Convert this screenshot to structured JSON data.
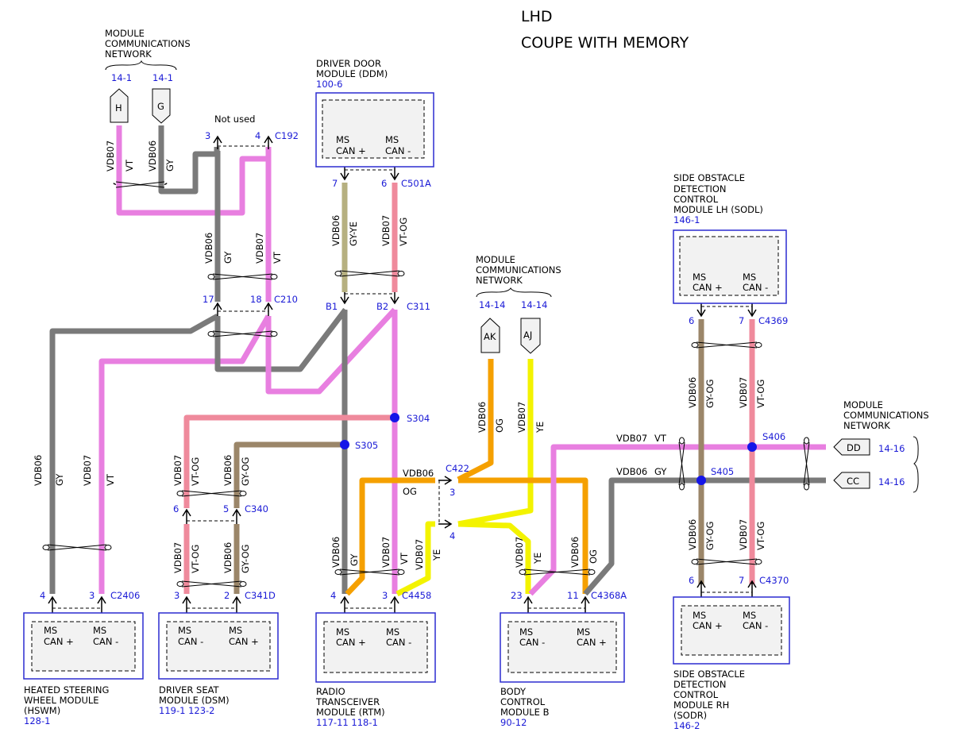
{
  "title": {
    "line1": "LHD",
    "line2": "COUPE WITH MEMORY"
  },
  "colors": {
    "VT": "#e87fe0",
    "GY": "#7a7a7a",
    "OG": "#f5a000",
    "YE": "#f3f300",
    "GY-YE": "#b6b080",
    "VT-OG": "#ef8a9c",
    "GY-OG": "#9b8669",
    "splice": "#1515e8",
    "box": "#2c2cd0"
  },
  "network_top": {
    "l1": "MODULE",
    "l2": "COMMUNICATIONS",
    "l3": "NETWORK",
    "ref1": "14-1",
    "ref2": "14-1",
    "conn_h": "H",
    "conn_g": "G"
  },
  "network_mid": {
    "l1": "MODULE",
    "l2": "COMMUNICATIONS",
    "l3": "NETWORK",
    "ref1": "14-14",
    "ref2": "14-14",
    "conn_ak": "AK",
    "conn_aj": "AJ"
  },
  "network_right": {
    "l1": "MODULE",
    "l2": "COMMUNICATIONS",
    "l3": "NETWORK",
    "conn_dd": "DD",
    "conn_cc": "CC",
    "ref_dd": "14-16",
    "ref_cc": "14-16"
  },
  "modules": {
    "ddm": {
      "l1": "DRIVER DOOR",
      "l2": "MODULE (DDM)",
      "ref": "100-6",
      "p1a": "MS",
      "p1b": "CAN +",
      "p2a": "MS",
      "p2b": "CAN -"
    },
    "sodl": {
      "l1": "SIDE OBSTACLE",
      "l2": "DETECTION",
      "l3": "CONTROL",
      "l4": "MODULE LH (SODL)",
      "ref": "146-1",
      "p1a": "MS",
      "p1b": "CAN +",
      "p2a": "MS",
      "p2b": "CAN -"
    },
    "hswm": {
      "l1": "HEATED STEERING",
      "l2": "WHEEL MODULE",
      "l3": "(HSWM)",
      "ref": "128-1",
      "p1a": "MS",
      "p1b": "CAN +",
      "p2a": "MS",
      "p2b": "CAN -"
    },
    "dsm": {
      "l1": "DRIVER SEAT",
      "l2": "MODULE (DSM)",
      "ref": "119-1  123-2",
      "p1a": "MS",
      "p1b": "CAN -",
      "p2a": "MS",
      "p2b": "CAN +"
    },
    "rtm": {
      "l1": "RADIO",
      "l2": "TRANSCEIVER",
      "l3": "MODULE (RTM)",
      "ref": "117-11 118-1",
      "p1a": "MS",
      "p1b": "CAN +",
      "p2a": "MS",
      "p2b": "CAN -"
    },
    "bcmb": {
      "l1": "BODY",
      "l2": "CONTROL",
      "l3": "MODULE B",
      "ref": "90-12",
      "p1a": "MS",
      "p1b": "CAN -",
      "p2a": "MS",
      "p2b": "CAN +"
    },
    "sodr": {
      "l1": "SIDE OBSTACLE",
      "l2": "DETECTION",
      "l3": "CONTROL",
      "l4": "MODULE RH",
      "l5": "(SODR)",
      "ref": "146-2",
      "p1a": "MS",
      "p1b": "CAN +",
      "p2a": "MS",
      "p2b": "CAN -"
    }
  },
  "connectors": {
    "c192": {
      "name": "C192",
      "pin_a": "3",
      "pin_b": "4",
      "note": "Not used"
    },
    "c210": {
      "name": "C210",
      "pin_a": "17",
      "pin_b": "18"
    },
    "c501a": {
      "name": "C501A",
      "pin_a": "7",
      "pin_b": "6"
    },
    "c311": {
      "name": "C311",
      "pin_a": "B1",
      "pin_b": "B2"
    },
    "c4369": {
      "name": "C4369",
      "pin_a": "6",
      "pin_b": "7"
    },
    "c422": {
      "name": "C422",
      "pin_a": "3",
      "pin_b": "4"
    },
    "c340": {
      "name": "C340",
      "pin_a": "6",
      "pin_b": "5"
    },
    "c2406": {
      "name": "C2406",
      "pin_a": "4",
      "pin_b": "3"
    },
    "c341d": {
      "name": "C341D",
      "pin_a": "3",
      "pin_b": "2"
    },
    "c4458": {
      "name": "C4458",
      "pin_a": "4",
      "pin_b": "3"
    },
    "c4368a": {
      "name": "C4368A",
      "pin_a": "23",
      "pin_b": "11"
    },
    "c4370": {
      "name": "C4370",
      "pin_a": "6",
      "pin_b": "7"
    }
  },
  "splices": {
    "s304": "S304",
    "s305": "S305",
    "s406": "S406",
    "s405": "S405"
  },
  "circuits": {
    "vdb06": "VDB06",
    "vdb07": "VDB07"
  },
  "wire_colors": {
    "vt": "VT",
    "gy": "GY",
    "og": "OG",
    "ye": "YE",
    "gy_ye": "GY-YE",
    "vt_og": "VT-OG",
    "gy_og": "GY-OG"
  }
}
